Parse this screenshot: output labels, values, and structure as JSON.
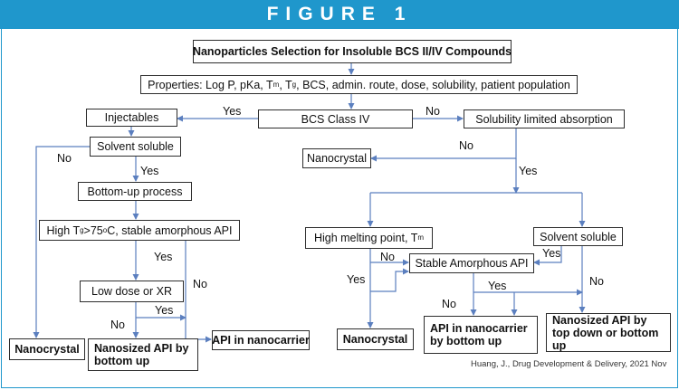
{
  "header": {
    "title": "FIGURE 1"
  },
  "nodes": {
    "title": "Nanoparticles Selection for Insoluble BCS II/IV Compounds",
    "properties": {
      "pre": "Properties: Log P, pKa, T",
      "sub1": "m",
      "mid1": ", T",
      "sub2": "g",
      "post": ", BCS, admin. route, dose, solubility, patient population"
    },
    "bcs_class": "BCS Class IV",
    "injectables": "Injectables",
    "solubility_limited": "Solubility limited absorption",
    "solvent_soluble_left": "Solvent soluble",
    "nanocrystal_top": "Nanocrystal",
    "bottom_up": "Bottom-up process",
    "high_tg": {
      "pre": "High T",
      "sub": "g",
      "mid": " >75",
      "sup": "o",
      "post": "C, stable amorphous API"
    },
    "high_melting": {
      "pre": "High melting point, T",
      "sub": "m"
    },
    "solvent_soluble_right": "Solvent soluble",
    "stable_amorphous": "Stable Amorphous API",
    "low_dose": "Low dose or XR",
    "nanocrystal_left": "Nanocrystal",
    "nanosized_bottom_up": "Nanosized API by bottom up",
    "api_nanocarrier_left": "API in nanocarrier",
    "nanocrystal_mid": "Nanocrystal",
    "api_nanocarrier_right": "API in nanocarrier by bottom up",
    "nanosized_top_down": "Nanosized API by top down or bottom up"
  },
  "edge_labels": {
    "yes_injectables": "Yes",
    "no_solubility": "No",
    "no_left_branch": "No",
    "yes_solvent": "Yes",
    "no_nanocrystal": "No",
    "yes_after_nanocrystal": "Yes",
    "yes_high_tg": "Yes",
    "no_high_tg": "No",
    "no_melting": "No",
    "yes_solvent_right": "Yes",
    "yes_melting": "Yes",
    "yes_low_dose": "Yes",
    "no_low_dose": "No",
    "no_amorphous": "No",
    "yes_amorphous": "Yes",
    "no_solvent_right": "No"
  },
  "credit": "Huang, J., Drug Development & Delivery, 2021 Nov",
  "colors": {
    "header_bg": "#1f97cc",
    "frame": "#1f97cc",
    "connector": "#5b7fbf",
    "box_border": "#2d2d2d"
  }
}
